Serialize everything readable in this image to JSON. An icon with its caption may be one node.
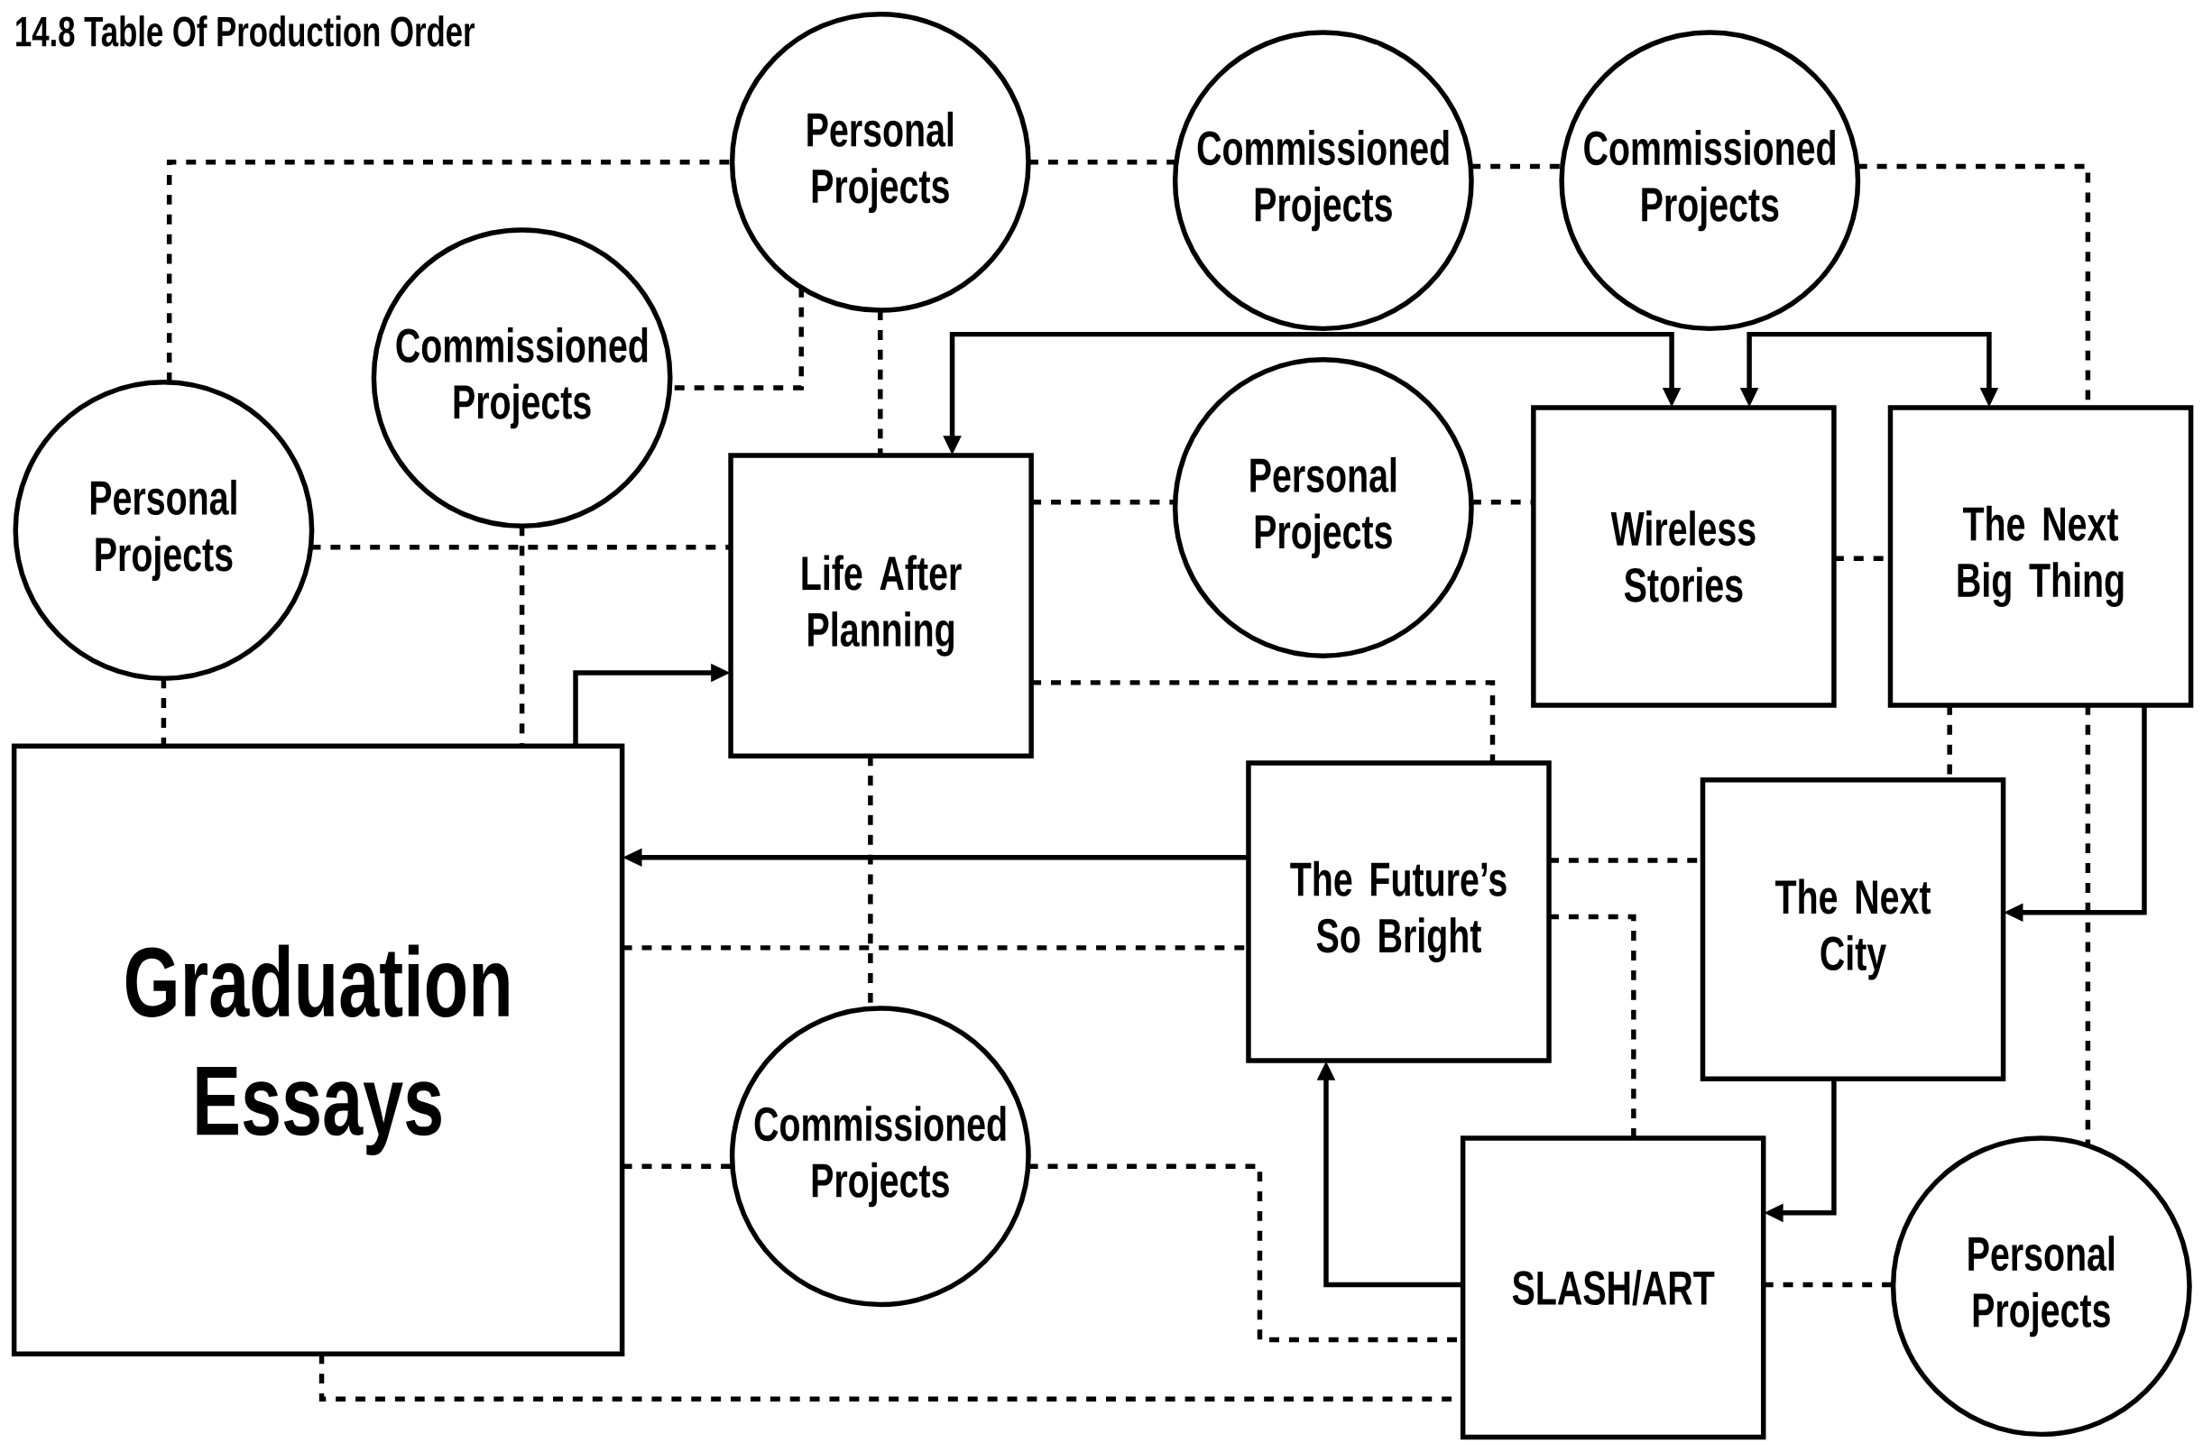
{
  "diagram": {
    "title": "14.8 Table Of Production Order",
    "nodes": [
      {
        "text": [
          "Personal Projects"
        ]
      },
      {
        "text": [
          "Commissioned Projects"
        ]
      },
      {
        "text": [
          "Commissioned Projects"
        ]
      },
      {
        "text": [
          "Commissioned Projects"
        ]
      },
      {
        "text": [
          "Personal Projects"
        ]
      },
      {
        "text": [
          "Life After Planning"
        ]
      },
      {
        "text": [
          "Personal Projects"
        ]
      },
      {
        "text": [
          "Wireless Stories"
        ]
      },
      {
        "text": [
          "The Next Big Thing"
        ]
      },
      {
        "text": [
          "Graduation Essays"
        ]
      },
      {
        "text": [
          "The Future’s So Bright"
        ]
      },
      {
        "text": [
          "The Next City"
        ]
      },
      {
        "text": [
          "Commissioned Projects"
        ]
      },
      {
        "text": [
          "SLASH/ART"
        ]
      },
      {
        "text": [
          "Personal Projects"
        ]
      }
    ],
    "edges": [
      {
        "from": 4,
        "to": 0,
        "arrow": "none",
        "style": "dashed"
      },
      {
        "from": 0,
        "to": 1,
        "arrow": "none",
        "style": "dashed"
      },
      {
        "from": 1,
        "to": 2,
        "arrow": "none",
        "style": "dashed"
      },
      {
        "from": 2,
        "to": 8,
        "arrow": "none",
        "style": "dashed"
      },
      {
        "from": 0,
        "to": 3,
        "arrow": "none",
        "style": "dashed"
      },
      {
        "from": 0,
        "to": 5,
        "arrow": "none",
        "style": "dashed"
      },
      {
        "from": 3,
        "to": 9,
        "arrow": "none",
        "style": "dashed"
      },
      {
        "from": 4,
        "to": 5,
        "arrow": "none",
        "style": "dashed"
      },
      {
        "from": 4,
        "to": 9,
        "arrow": "none",
        "style": "dashed"
      },
      {
        "from": 9,
        "to": 5,
        "arrow": "to"
      },
      {
        "from": 5,
        "to": 6,
        "arrow": "none",
        "style": "dashed"
      },
      {
        "from": 6,
        "to": 7,
        "arrow": "none",
        "style": "dashed"
      },
      {
        "from": 7,
        "to": 8,
        "arrow": "none",
        "style": "dashed"
      },
      {
        "from": 5,
        "to": 7,
        "arrow": "both"
      },
      {
        "from": 7,
        "to": 8,
        "arrow": "both"
      },
      {
        "from": 5,
        "to": 10,
        "arrow": "none",
        "style": "dashed"
      },
      {
        "from": 5,
        "to": 12,
        "arrow": "none",
        "style": "dashed"
      },
      {
        "from": 10,
        "to": 9,
        "arrow": "to"
      },
      {
        "from": 9,
        "to": 10,
        "arrow": "none",
        "style": "dashed"
      },
      {
        "from": 10,
        "to": 11,
        "arrow": "none",
        "style": "dashed"
      },
      {
        "from": 10,
        "to": 13,
        "arrow": "none",
        "style": "dashed"
      },
      {
        "from": 8,
        "to": 11,
        "arrow": "none",
        "style": "dashed"
      },
      {
        "from": 8,
        "to": 11,
        "arrow": "to"
      },
      {
        "from": 11,
        "to": 13,
        "arrow": "to"
      },
      {
        "from": 13,
        "to": 10,
        "arrow": "to"
      },
      {
        "from": 9,
        "to": 12,
        "arrow": "none",
        "style": "dashed"
      },
      {
        "from": 12,
        "to": 13,
        "arrow": "none",
        "style": "dashed"
      },
      {
        "from": 9,
        "to": 13,
        "arrow": "none",
        "style": "dashed"
      },
      {
        "from": 13,
        "to": 14,
        "arrow": "none",
        "style": "dashed"
      },
      {
        "from": 8,
        "to": 14,
        "arrow": "none",
        "style": "dashed"
      }
    ]
  }
}
